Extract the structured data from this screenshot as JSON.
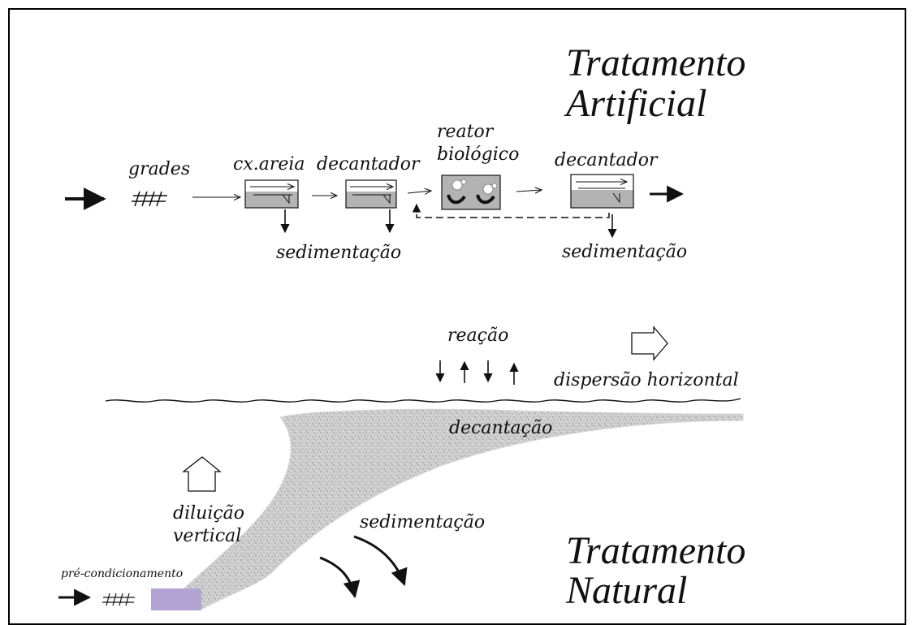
{
  "artificial": {
    "title_line1": "Tratamento",
    "title_line2": "Artificial",
    "grades": "grades",
    "cx_areia": "cx.areia",
    "decantador_1": "decantador",
    "reator_line1": "reator",
    "reator_line2": "biológico",
    "decantador_2": "decantador",
    "sedimentacao_1": "sedimentação",
    "sedimentacao_2": "sedimentação"
  },
  "natural": {
    "reacao": "reação",
    "dispersao": "dispersão horizontal",
    "decantacao": "decantação",
    "diluicao_line1": "diluição",
    "diluicao_line2": "vertical",
    "sedimentacao": "sedimentação",
    "pre_condicionamento": "pré-condicionamento",
    "title_line1": "Tratamento",
    "title_line2": "Natural"
  },
  "colors": {
    "tank_fill": "#b3b3b3",
    "plume_fill": "#c8c8c8",
    "pipe_fill": "#b3a3d3",
    "line": "#111111"
  },
  "icons": [
    "grade-screen-icon",
    "arrow-icon",
    "block-arrow-icon",
    "bubble-icon"
  ]
}
